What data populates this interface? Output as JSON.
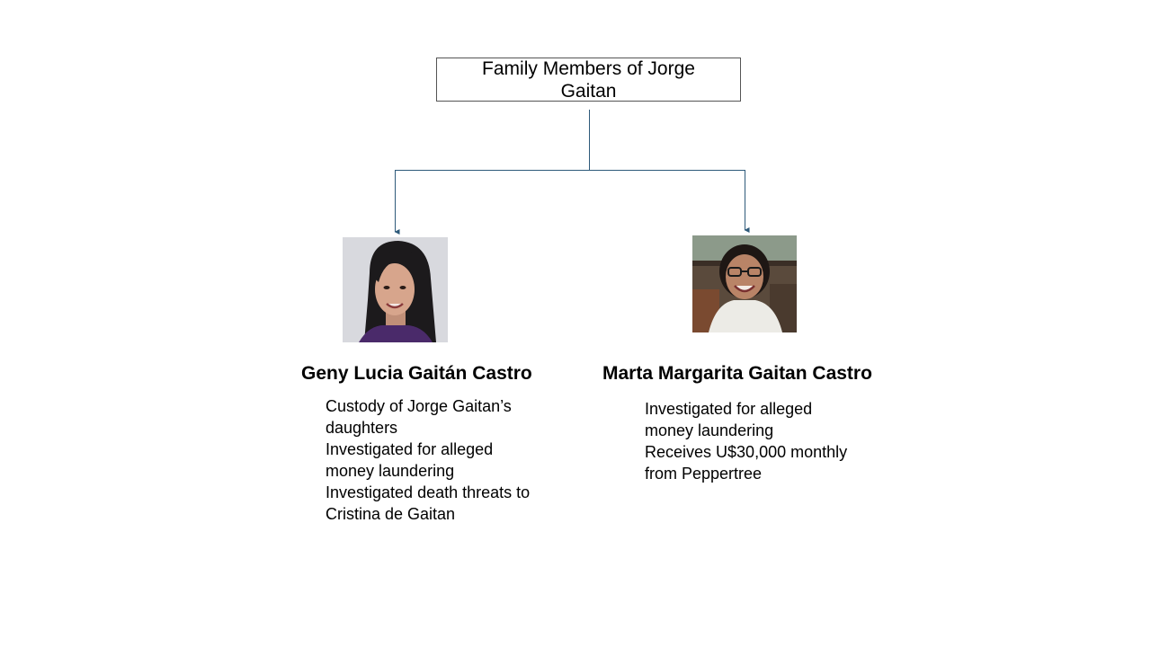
{
  "diagram": {
    "root": {
      "title": "Family Members of Jorge Gaitan"
    },
    "members": [
      {
        "name": "Geny Lucia Gaitán Castro",
        "details": [
          "Custody of Jorge Gaitan’s daughters",
          "Investigated for alleged money laundering",
          "Investigated death threats to Cristina de Gaitan"
        ]
      },
      {
        "name": "Marta Margarita Gaitan Castro",
        "details": [
          "Investigated for alleged money laundering",
          "Receives  U$30,000 monthly  from Peppertree"
        ]
      }
    ],
    "colors": {
      "connector": "#2e5a7a",
      "box_border": "#555555"
    }
  }
}
